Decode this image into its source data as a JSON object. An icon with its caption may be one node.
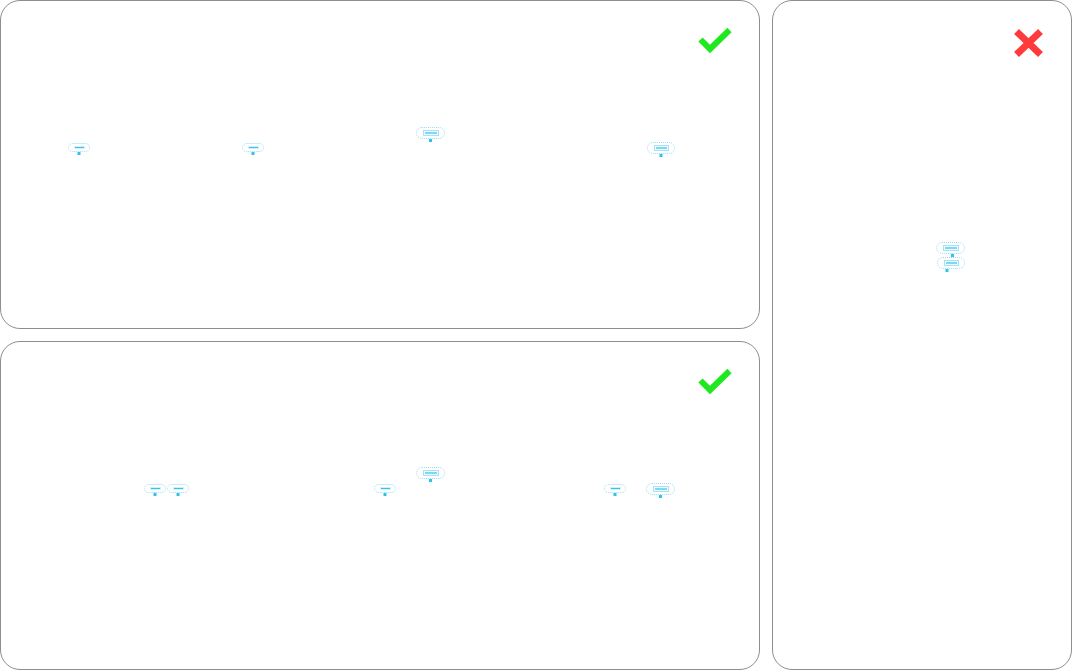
{
  "diagram": {
    "nodes": [
      {
        "text": [],
        "shape": "box"
      },
      {
        "text": [],
        "shape": "tick",
        "in": 0
      },
      {
        "text": [],
        "shape": "pill",
        "in": 0
      },
      {
        "text": [],
        "shape": "pill",
        "in": 0
      },
      {
        "text": [],
        "shape": "pill",
        "in": 0
      },
      {
        "text": [],
        "shape": "pill",
        "in": 0
      },
      {
        "text": [],
        "shape": "box"
      },
      {
        "text": [],
        "shape": "tick",
        "in": 6
      },
      {
        "text": [],
        "shape": "pill",
        "in": 6
      },
      {
        "text": [],
        "shape": "pill",
        "in": 6
      },
      {
        "text": [],
        "shape": "pill",
        "in": 6
      },
      {
        "text": [],
        "shape": "pill",
        "in": 6
      },
      {
        "text": [],
        "shape": "pill",
        "in": 6
      },
      {
        "text": [],
        "shape": "pill",
        "in": 6
      },
      {
        "text": [],
        "shape": "box"
      },
      {
        "text": [],
        "shape": "cross",
        "in": 14
      },
      {
        "text": [],
        "shape": "pill",
        "in": 14
      },
      {
        "text": [],
        "shape": "pill",
        "in": 14
      }
    ]
  }
}
